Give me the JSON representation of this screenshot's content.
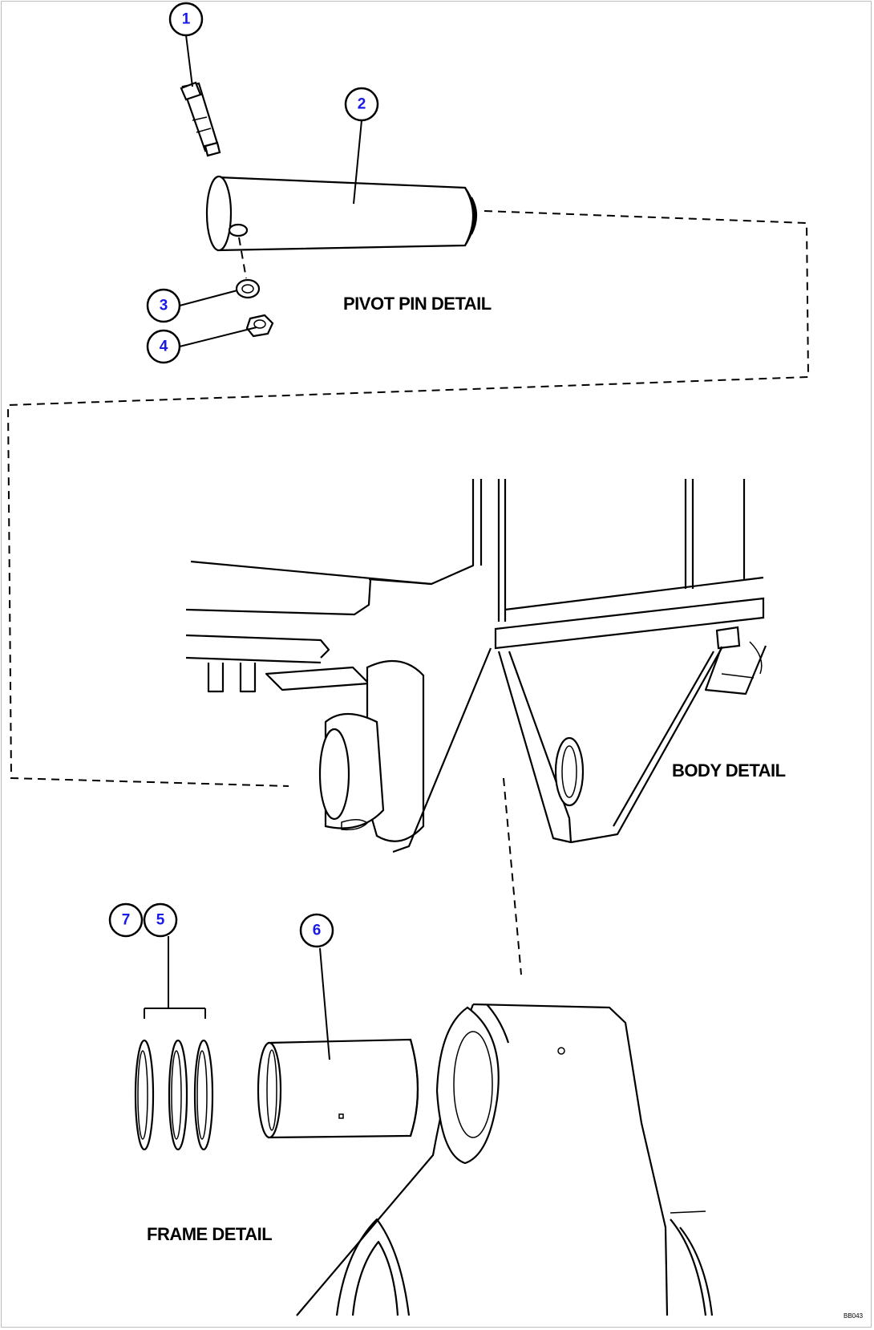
{
  "callouts": [
    "1",
    "2",
    "3",
    "4",
    "5",
    "6",
    "7"
  ],
  "labels": {
    "pivot_pin_detail": "PIVOT PIN DETAIL",
    "body_detail": "BODY DETAIL",
    "frame_detail": "FRAME DETAIL"
  },
  "figure_code": "BB043",
  "colors": {
    "line": "#000000",
    "callout_number": "#1a1ae6",
    "background": "#ffffff"
  }
}
